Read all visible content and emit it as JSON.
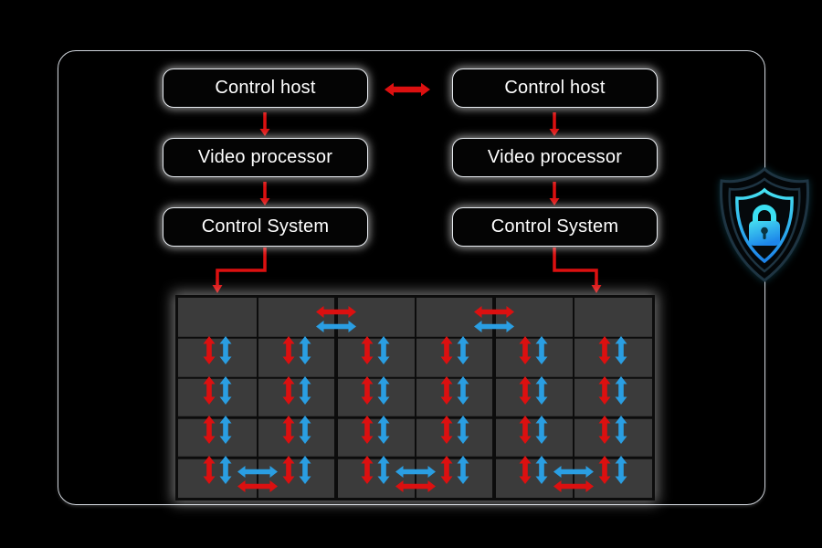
{
  "slide": {
    "background": "#000000",
    "border_color": "#cfd4db"
  },
  "chains": {
    "left": {
      "items": [
        {
          "label": "Control host"
        },
        {
          "label": "Video processor"
        },
        {
          "label": "Control System"
        }
      ]
    },
    "right": {
      "items": [
        {
          "label": "Control host"
        },
        {
          "label": "Video processor"
        },
        {
          "label": "Control System"
        }
      ]
    }
  },
  "connectors": {
    "color": "#dc1010",
    "host_link": "bidirectional",
    "chain_links": "downward"
  },
  "video_wall": {
    "columns": 6,
    "rows": 5,
    "cell_color": "#3b3b3b",
    "line_color": "#0c0c0c",
    "cabinet_boundary_columns": [
      2,
      4
    ],
    "vertical_link_row_boundaries": [
      1,
      2,
      3,
      4
    ],
    "vertical_link_colors": [
      "#dc1010",
      "#2a9ee2"
    ],
    "top_link_column_boundaries": [
      2,
      4
    ],
    "top_link_colors": [
      "#dc1010",
      "#2a9ee2"
    ],
    "bottom_link_column_boundaries": [
      1,
      3,
      5
    ],
    "bottom_link_colors": [
      "#2a9ee2",
      "#dc1010"
    ]
  },
  "security_icon": {
    "name": "shield-lock",
    "outline_color": "#1e3442",
    "accent_top": "#45e2f2",
    "accent_bottom": "#1c82e8"
  }
}
